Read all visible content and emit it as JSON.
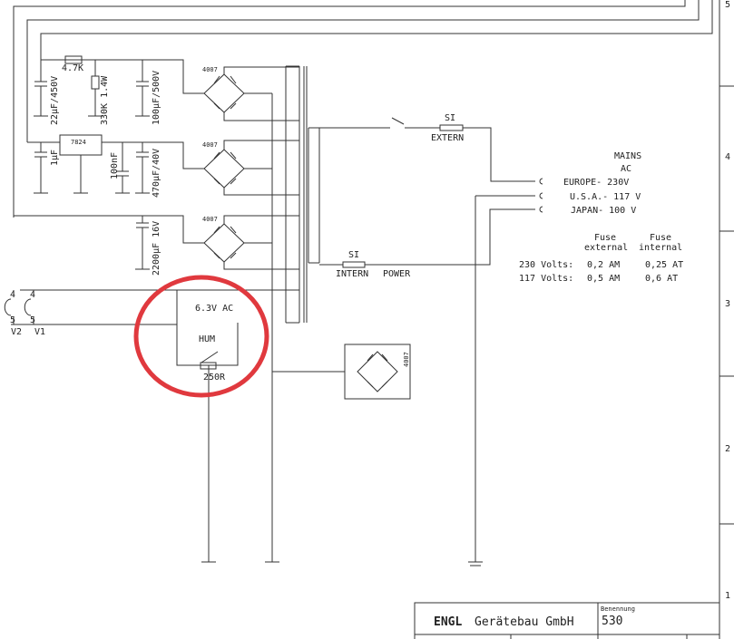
{
  "sheet_zones": [
    "5",
    "4",
    "3",
    "2",
    "1"
  ],
  "components": {
    "r1": "4.7K",
    "r2": "330K 1.4W",
    "c1": "22µF/450V",
    "c2": "100µF/500V",
    "reg": "7824",
    "c3": "1µF",
    "c4": "100nF",
    "c5": "470µF/40V",
    "c6": "2200µF 16V",
    "bridge": "4007",
    "heater_label": "6.3V AC",
    "hum_label": "HUM",
    "hum_pot": "250R",
    "pin4": "4",
    "pin5": "5",
    "v2": "V2",
    "v1": "V1"
  },
  "fuses": {
    "si": "SI",
    "extern": "EXTERN",
    "intern": "INTERN",
    "power": "POWER"
  },
  "mains": {
    "title": "MAINS",
    "ac": "AC",
    "europe": "EUROPE- 230V",
    "usa": "U.S.A.- 117 V",
    "japan": "JAPAN- 100 V"
  },
  "fuse_table": {
    "col1": [
      "Fuse",
      "external"
    ],
    "col2": [
      "Fuse",
      "internal"
    ],
    "rows": [
      {
        "label": "230 Volts:",
        "external": "0,2 AM",
        "internal": "0,25 AT"
      },
      {
        "label": "117 Volts:",
        "external": "0,5 AM",
        "internal": "0,6 AT"
      }
    ]
  },
  "title_block": {
    "company_bold": "ENGL",
    "company": "Gerätebau GmbH",
    "field_label": "Benennung",
    "field_value": "530"
  },
  "highlight_color": "#e0393e"
}
